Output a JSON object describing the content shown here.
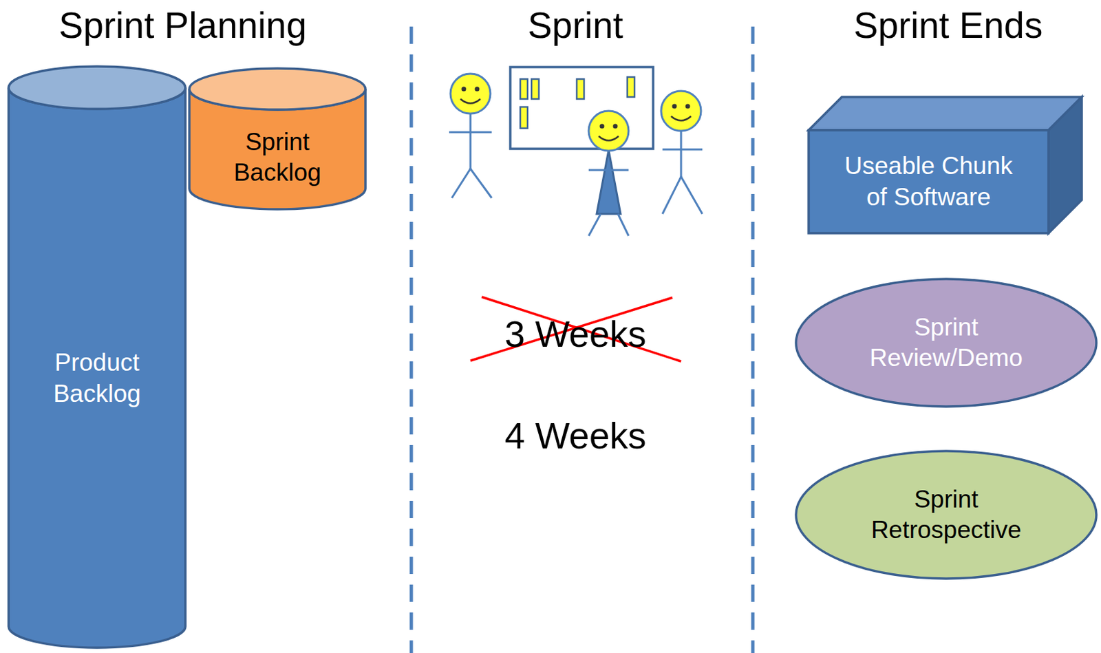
{
  "diagram": {
    "nodes": [
      {
        "text": [
          "Product Backlog"
        ]
      },
      {
        "text": [
          "Sprint Backlog"
        ]
      },
      {
        "text": [
          "Useable Chunk of Software"
        ]
      },
      {
        "text": [
          "Sprint Review/Demo"
        ]
      },
      {
        "text": [
          "Sprint Retrospective"
        ]
      }
    ],
    "labels": [
      "Sprint Planning",
      "Sprint",
      "Sprint Ends",
      "3 Weeks",
      "4 Weeks"
    ]
  }
}
